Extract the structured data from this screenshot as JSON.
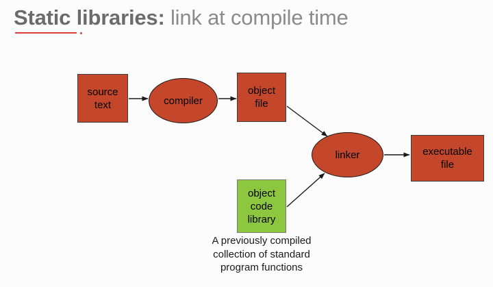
{
  "slide": {
    "background_color": "#fdfcfc",
    "title": {
      "strong": "Static libraries:",
      "rest": " link at compile time",
      "strong_color": "#6b6b6b",
      "rest_color": "#8b8b8b",
      "underline_color": "#e23b3b"
    }
  },
  "diagram": {
    "type": "flowchart",
    "palette": {
      "process_fill": "#c4462b",
      "library_fill": "#8dc63f",
      "border": "#3c3c3c",
      "arrow": "#1a1a1a",
      "label": "#000000"
    },
    "nodes": [
      {
        "id": "source-text",
        "label": "source\ntext",
        "line1": "source",
        "line2": "text",
        "line3": "",
        "shape": "rect",
        "fill": "#c4462b"
      },
      {
        "id": "compiler",
        "label": "compiler",
        "line1": "compiler",
        "line2": "",
        "line3": "",
        "shape": "ellipse",
        "fill": "#c4462b"
      },
      {
        "id": "object-file",
        "label": "object\nfile",
        "line1": "object",
        "line2": "file",
        "line3": "",
        "shape": "rect",
        "fill": "#c4462b"
      },
      {
        "id": "linker",
        "label": "linker",
        "line1": "linker",
        "line2": "",
        "line3": "",
        "shape": "ellipse",
        "fill": "#c4462b"
      },
      {
        "id": "executable-file",
        "label": "executable\nfile",
        "line1": "executable",
        "line2": "file",
        "line3": "",
        "shape": "rect",
        "fill": "#c4462b"
      },
      {
        "id": "object-code-library",
        "label": "object\ncode\nlibrary",
        "line1": "object",
        "line2": "code",
        "line3": "library",
        "shape": "rect",
        "fill": "#8dc63f"
      }
    ],
    "edges": [
      {
        "from": "source-text",
        "to": "compiler"
      },
      {
        "from": "compiler",
        "to": "object-file"
      },
      {
        "from": "object-file",
        "to": "linker"
      },
      {
        "from": "object-code-library",
        "to": "linker"
      },
      {
        "from": "linker",
        "to": "executable-file"
      }
    ],
    "caption": {
      "line1": "A previously compiled",
      "line2": "collection of standard",
      "line3": "program functions"
    }
  }
}
